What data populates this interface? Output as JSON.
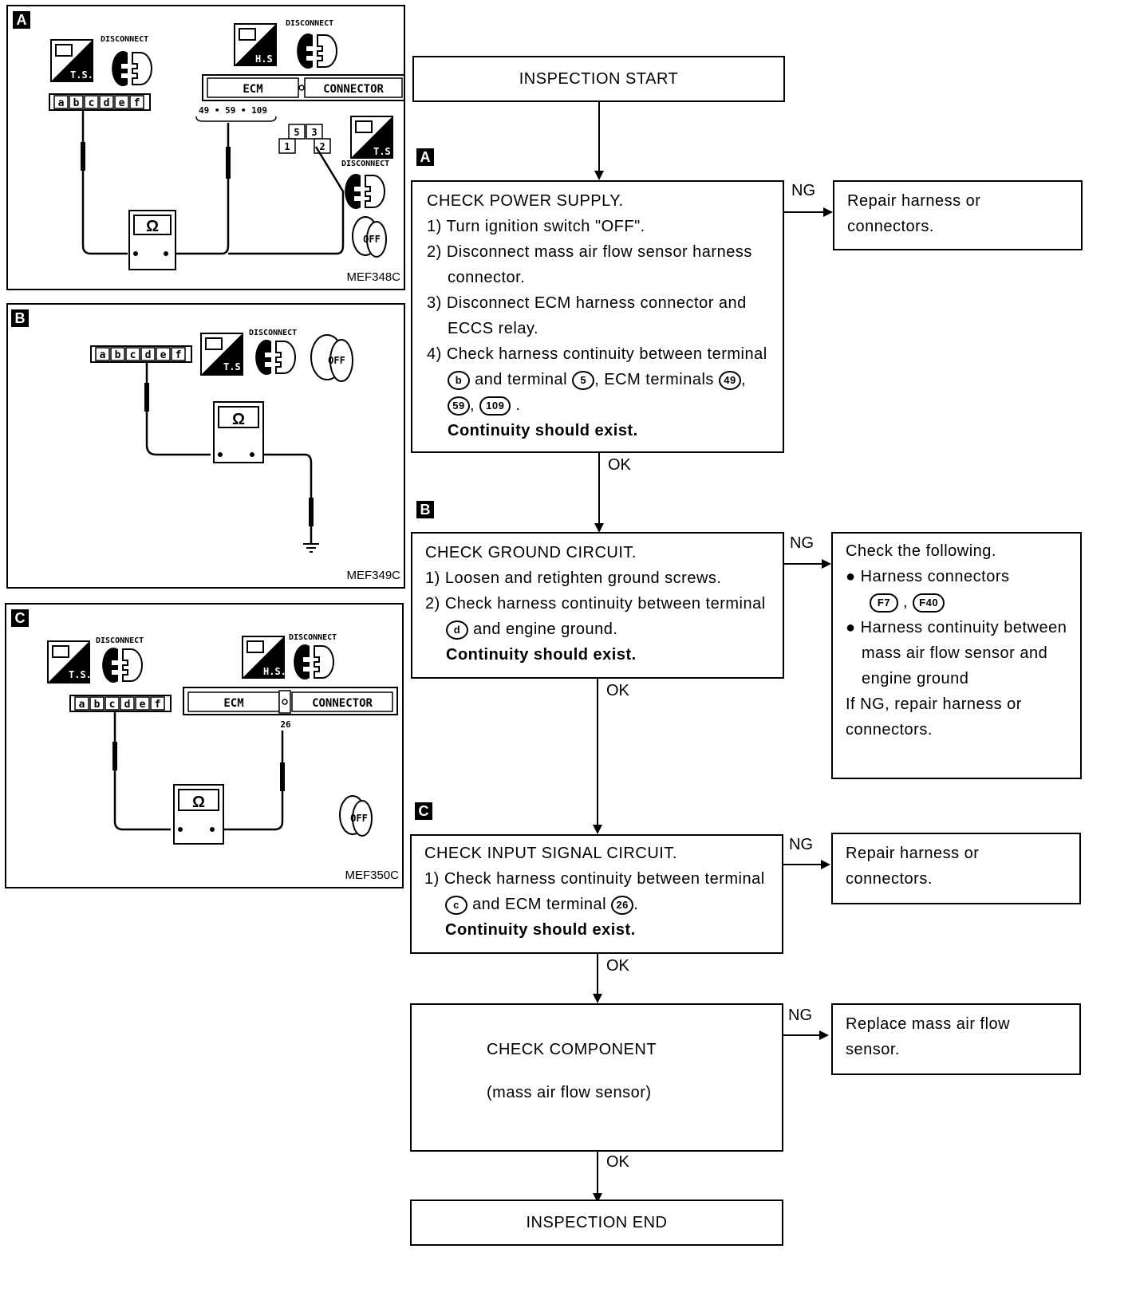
{
  "figures": [
    {
      "tag": "A",
      "id": "MEF348C",
      "left_badge": {
        "top": "",
        "bottom": "T.S."
      },
      "left_disconnect": "DISCONNECT",
      "right_badge": {
        "bottom": "H.S"
      },
      "right_disconnect": "DISCONNECT",
      "connector_pins": [
        "a",
        "b",
        "c",
        "d",
        "e",
        "f"
      ],
      "ecm_label": "ECM",
      "ecm_connector_label": "CONNECTOR",
      "ecm_terminals_label": "49 • 59 • 109",
      "relay_pins": [
        "5",
        "3",
        "1",
        "2"
      ],
      "relay_badge": {
        "bottom": "T.S"
      },
      "relay_disconnect": "DISCONNECT",
      "ignition_label": "OFF",
      "meter_symbol": "Ω"
    },
    {
      "tag": "B",
      "id": "MEF349C",
      "connector_pins": [
        "a",
        "b",
        "c",
        "d",
        "e",
        "f"
      ],
      "badge": {
        "bottom": "T.S"
      },
      "disconnect": "DISCONNECT",
      "ignition_label": "OFF",
      "meter_symbol": "Ω"
    },
    {
      "tag": "C",
      "id": "MEF350C",
      "left_badge": {
        "bottom": "T.S."
      },
      "left_disconnect": "DISCONNECT",
      "right_badge": {
        "bottom": "H.S."
      },
      "right_disconnect": "DISCONNECT",
      "connector_pins": [
        "a",
        "b",
        "c",
        "d",
        "e",
        "f"
      ],
      "ecm_label": "ECM",
      "ecm_connector_label": "CONNECTOR",
      "ecm_terminal_label": "26",
      "ignition_label": "OFF",
      "meter_symbol": "Ω"
    }
  ],
  "flowchart": {
    "start": "INSPECTION START",
    "steps": [
      {
        "tag": "A",
        "title": "CHECK POWER SUPPLY.",
        "items": [
          "1) Turn ignition switch \"OFF\".",
          "2) Disconnect mass air flow sensor harness connector.",
          "3) Disconnect ECM harness connector and ECCS relay."
        ],
        "item4": {
          "pre": "4) Check harness continuity between terminal",
          "t1": "b",
          "mid": "and terminal",
          "t2": "5",
          "mid2": ", ECM terminals",
          "t3": "49",
          "t4": "59",
          "t5": "109"
        },
        "result": "Continuity should exist.",
        "ok_label": "OK",
        "ng_label": "NG",
        "ng_action": "Repair harness or connectors."
      },
      {
        "tag": "B",
        "title": "CHECK GROUND CIRCUIT.",
        "items": [
          "1) Loosen and retighten ground screws."
        ],
        "item2": {
          "pre": "2) Check harness continuity between terminal",
          "t1": "d",
          "post": "and engine ground."
        },
        "result": "Continuity should exist.",
        "ok_label": "OK",
        "ng_label": "NG",
        "ng_action": {
          "title": "Check the following.",
          "bullet1": "Harness connectors",
          "connectors": [
            "F7",
            "F40"
          ],
          "bullet2": "Harness continuity between mass air flow sensor and engine ground",
          "footer": "If NG, repair harness or connectors."
        }
      },
      {
        "tag": "C",
        "title": "CHECK INPUT SIGNAL CIRCUIT.",
        "item1": {
          "pre": "1) Check harness continuity between terminal",
          "t1": "c",
          "mid": "and ECM terminal",
          "t2": "26"
        },
        "result": "Continuity should exist.",
        "ok_label": "OK",
        "ng_label": "NG",
        "ng_action": "Repair harness or connectors."
      },
      {
        "title": "CHECK COMPONENT",
        "subtitle": "(mass air flow sensor)",
        "ok_label": "OK",
        "ng_label": "NG",
        "ng_action": "Replace mass air flow sensor."
      }
    ],
    "end": "INSPECTION END"
  }
}
